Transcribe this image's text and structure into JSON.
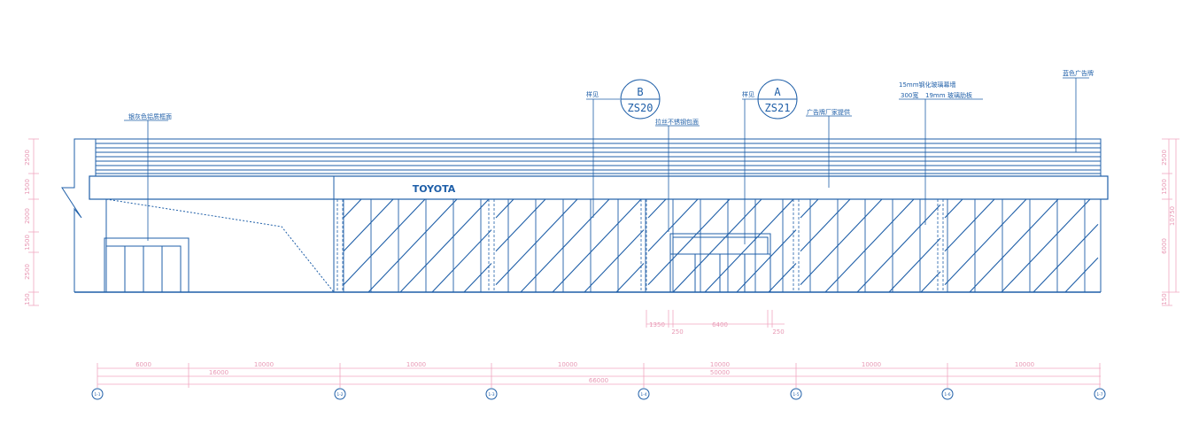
{
  "brand": {
    "logo": "TOYOTA"
  },
  "callouts": {
    "frame": "银灰色铝质框面",
    "b_ref": "样见",
    "stainless": "拉丝不锈钢包面",
    "a_ref": "样见",
    "ad_frame": "广告牌厂家提供",
    "glass_line1": "15mm钢化玻璃幕墙",
    "glass_line2a": "300宽",
    "glass_line2b": "19mm",
    "glass_line2c": "玻璃肋板",
    "billboard": "蓝色广告牌"
  },
  "details": [
    {
      "letter": "B",
      "code": "ZS20"
    },
    {
      "letter": "A",
      "code": "ZS21"
    }
  ],
  "left_heights": [
    "2500",
    "1500",
    "2000",
    "1500",
    "2500",
    "150"
  ],
  "right_heights": [
    "2500",
    "1500",
    "10750",
    "6000",
    "150"
  ],
  "door_dims": [
    "1350",
    "250",
    "6400",
    "250"
  ],
  "bay_dims": [
    "6000",
    "10000",
    "10000",
    "10000",
    "10000",
    "10000",
    "10000"
  ],
  "sub_dims": [
    "16000",
    "50000"
  ],
  "total_dim": "66000",
  "axes": [
    "1-1",
    "1-2",
    "1-3",
    "1-4",
    "1-5",
    "1-6",
    "1-7"
  ]
}
